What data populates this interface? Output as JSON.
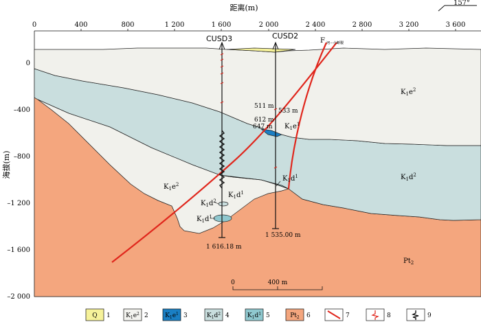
{
  "title_axis": {
    "top_label": "距离(m)",
    "left_label": "海拔(m)",
    "bearing": "157°"
  },
  "x_ticks": [
    "0",
    "400",
    "800",
    "1 200",
    "1 600",
    "2 000",
    "2 400",
    "2 800",
    "3 200",
    "3 600"
  ],
  "y_ticks": [
    "0",
    "–400",
    "–800",
    "–1 200",
    "–1 600",
    "–2 000"
  ],
  "wells": {
    "cusd3": {
      "name": "CUSD3",
      "depth": "1 616.18 m"
    },
    "cusd2": {
      "name": "CUSD2",
      "depth": "1 535.00 m"
    }
  },
  "fault": {
    "label": "F",
    "sub": "河－小断裂"
  },
  "depth_marks": {
    "d511": "511 m",
    "d533": "533 m",
    "d612": "612 m",
    "d647": "647 m"
  },
  "units": {
    "k1e2_upper": {
      "main": "K",
      "sub1": "1",
      "main2": "e",
      "sup": "2"
    },
    "k1e1": {
      "main": "K",
      "sub1": "1",
      "main2": "e",
      "sup": "1"
    },
    "k1d2_right": {
      "main": "K",
      "sub1": "1",
      "main2": "d",
      "sup": "2"
    },
    "k1e2_left": {
      "main": "K",
      "sub1": "1",
      "main2": "e",
      "sup": "2"
    },
    "k1d1_right": {
      "main": "K",
      "sub1": "1",
      "main2": "d",
      "sup": "1"
    },
    "k1d1_a": {
      "main": "K",
      "sub1": "1",
      "main2": "d",
      "sup": "1"
    },
    "k1d2_b": {
      "main": "K",
      "sub1": "1",
      "main2": "d",
      "sup": "2"
    },
    "k1d1_c": {
      "main": "K",
      "sub1": "1",
      "main2": "d",
      "sup": "1"
    },
    "pt2": {
      "main": "Pt",
      "sub1": "2"
    }
  },
  "scale_bar": {
    "start": "0",
    "end": "400 m"
  },
  "legend": [
    {
      "num": "1",
      "label": "Q",
      "color": "#f6f29a"
    },
    {
      "num": "2",
      "label": "K1e2",
      "color": "#f3f3ef"
    },
    {
      "num": "3",
      "label": "K1e1",
      "color": "#1a7fc4"
    },
    {
      "num": "4",
      "label": "K1d2",
      "color": "#c9dede"
    },
    {
      "num": "5",
      "label": "K1d1",
      "color": "#8fc8cf"
    },
    {
      "num": "6",
      "label": "Pt2",
      "color": "#f4a67e"
    },
    {
      "num": "7",
      "label": "",
      "color": "#e0261c"
    },
    {
      "num": "8",
      "label": "",
      "color": "#e0261c"
    },
    {
      "num": "9",
      "label": "",
      "color": "#111111"
    }
  ],
  "colors": {
    "pt2": "#f4a67e",
    "k1d2": "#c9dede",
    "k1e2": "#f1f1ec",
    "k1e1": "#1a7fc4",
    "k1d1": "#8fc8cf",
    "q": "#f6f29a",
    "fault": "#e0261c"
  }
}
